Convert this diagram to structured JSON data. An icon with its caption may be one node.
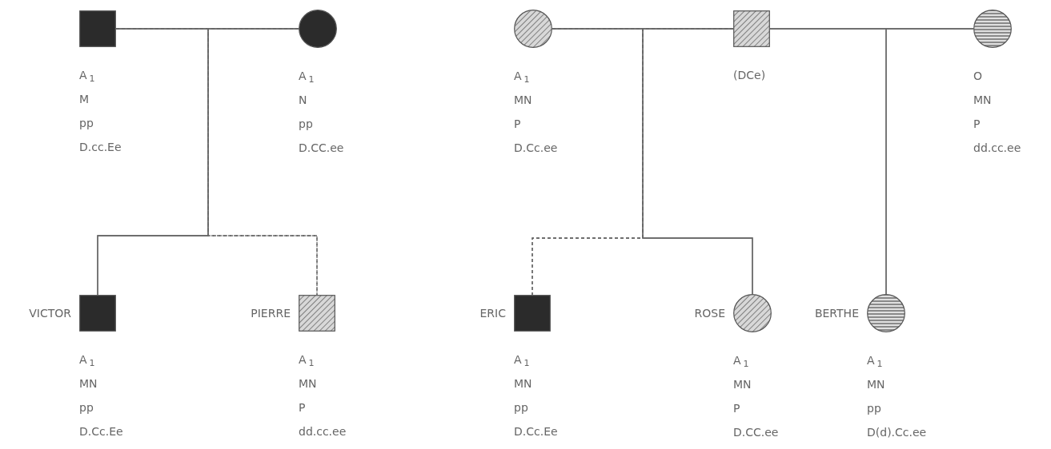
{
  "diagram": {
    "nodes": [
      {
        "text": [],
        "shape": "box",
        "beside": [
          "A$_{1}$",
          "M",
          "pp",
          "D.cc.Ee"
        ]
      },
      {
        "text": [],
        "shape": "circle",
        "beside": [
          "A$_{1}$",
          "N",
          "pp",
          "D.CC.ee"
        ]
      },
      {
        "text": [],
        "shape": "box",
        "beside": [
          "VICTOR",
          "A$_{1}$",
          "MN",
          "pp",
          "D.Cc.Ee"
        ]
      },
      {
        "text": [],
        "shape": "box",
        "beside": [
          "PIERRE",
          "A$_{1}$",
          "MN",
          "P",
          "dd.cc.ee"
        ]
      },
      {
        "text": [],
        "shape": "circle",
        "beside": [
          "A$_{1}$",
          "MN",
          "P",
          "D.Cc.ee"
        ]
      },
      {
        "text": [],
        "shape": "box",
        "beside": [
          "(DCe)"
        ]
      },
      {
        "text": [],
        "shape": "circle",
        "beside": [
          "O",
          "MN",
          "P",
          "dd.cc.ee"
        ]
      },
      {
        "text": [],
        "shape": "box",
        "beside": [
          "ERIC",
          "A$_{1}$",
          "MN",
          "pp",
          "D.Cc.Ee"
        ]
      },
      {
        "text": [],
        "shape": "circle",
        "beside": [
          "ROSE",
          "A$_{1}$",
          "MN",
          "P",
          "D.CC.ee"
        ]
      },
      {
        "text": [],
        "shape": "circle",
        "beside": [
          "BERTHE",
          "A$_{1}$",
          "MN",
          "pp",
          "D(d).Cc.ee"
        ]
      }
    ],
    "edges": [
      {
        "from": 0,
        "to": 1,
        "arrow": "none"
      },
      {
        "from": 0,
        "to": 2,
        "arrow": "none"
      },
      {
        "from": 1,
        "to": 2,
        "arrow": "none"
      },
      {
        "from": 0,
        "to": 3,
        "arrow": "none",
        "style": "dashed"
      },
      {
        "from": 1,
        "to": 3,
        "arrow": "none",
        "style": "dashed"
      },
      {
        "from": 4,
        "to": 5,
        "arrow": "none"
      },
      {
        "from": 4,
        "to": 7,
        "arrow": "none",
        "style": "dashed"
      },
      {
        "from": 5,
        "to": 7,
        "arrow": "none",
        "style": "dashed"
      },
      {
        "from": 4,
        "to": 8,
        "arrow": "none"
      },
      {
        "from": 5,
        "to": 8,
        "arrow": "none"
      },
      {
        "from": 5,
        "to": 6,
        "arrow": "none"
      },
      {
        "from": 5,
        "to": 9,
        "arrow": "none"
      },
      {
        "from": 6,
        "to": 9,
        "arrow": "none"
      }
    ]
  }
}
